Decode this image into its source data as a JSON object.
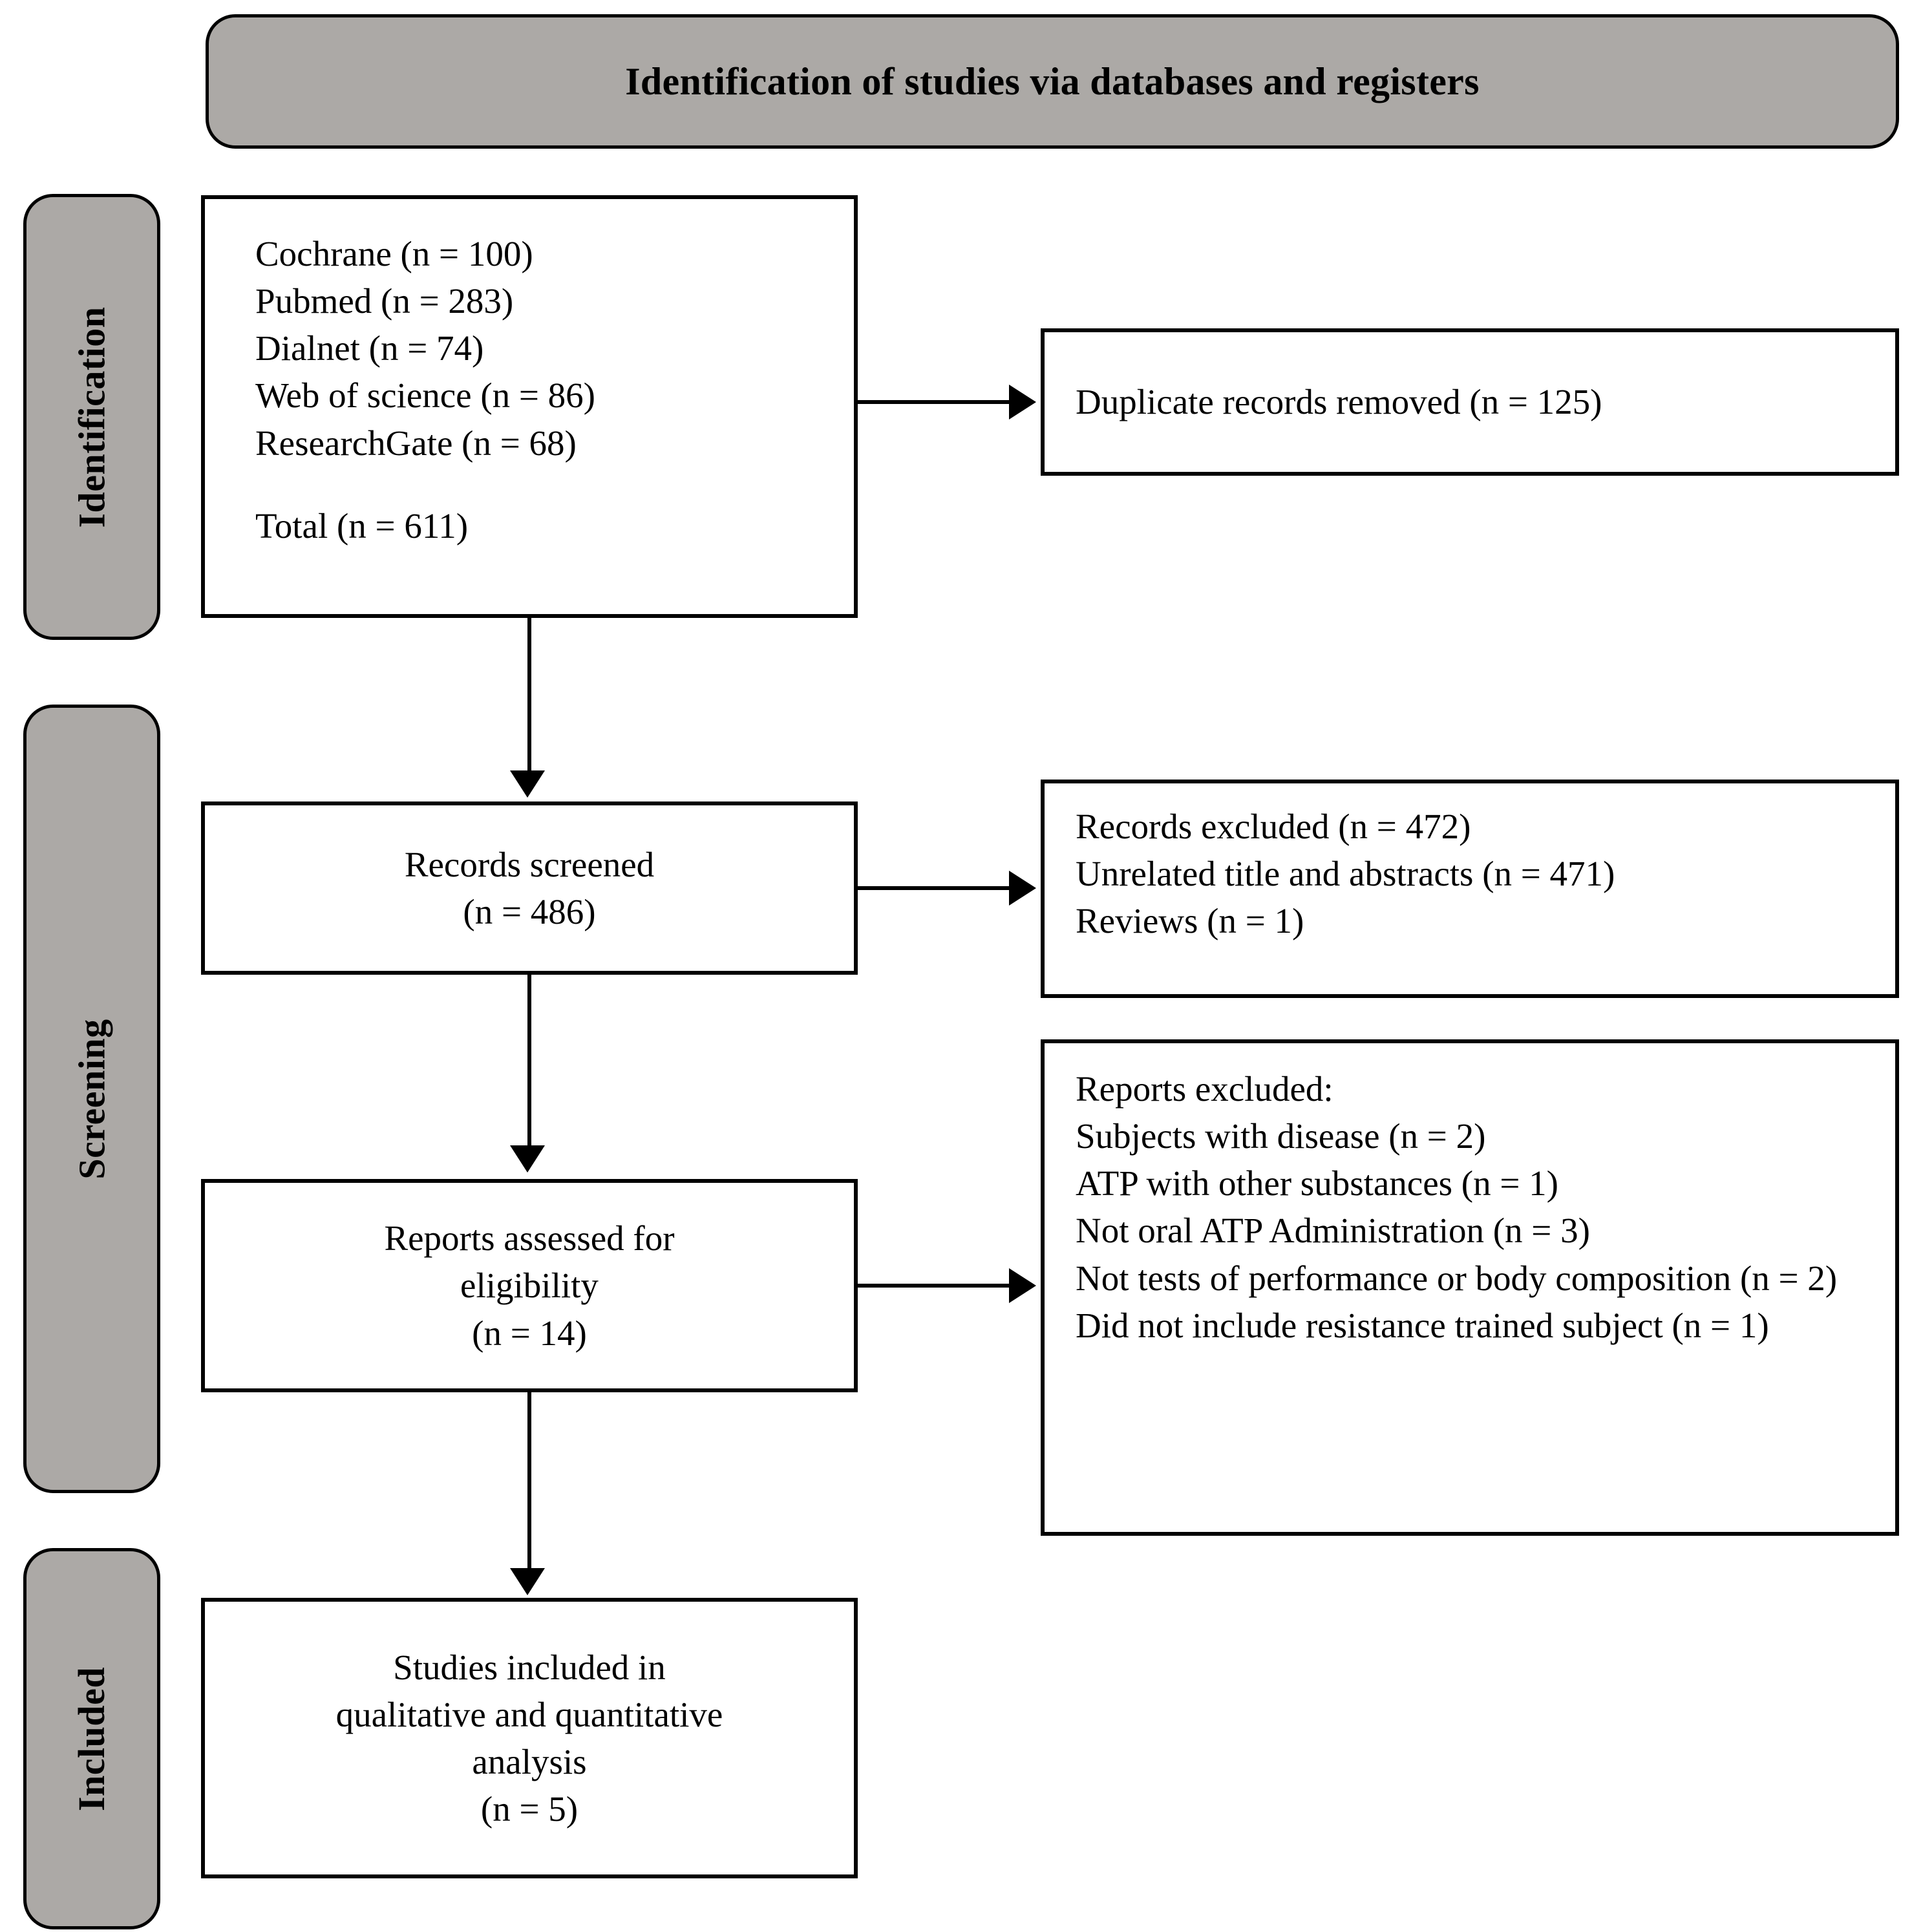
{
  "banner": {
    "title": "Identification of studies via databases and registers"
  },
  "stages": [
    {
      "id": "identification",
      "label": "Identification"
    },
    {
      "id": "screening",
      "label": "Screening"
    },
    {
      "id": "included",
      "label": "Included"
    }
  ],
  "colors": {
    "capsule_fill": "#ACA9A6",
    "box_border": "#000000",
    "box_fill": "#FFFFFF",
    "text": "#000000"
  },
  "boxes": {
    "sources": {
      "name": "records-identified-box",
      "lines": [
        "Cochrane (n = 100)",
        "Pubmed (n = 283)",
        "Dialnet (n = 74)",
        "Web of science (n = 86)",
        "ResearchGate (n = 68)",
        "",
        "Total (n = 611)"
      ]
    },
    "duplicates": {
      "name": "duplicate-records-removed-box",
      "lines": [
        "Duplicate records removed (n = 125)"
      ]
    },
    "screened": {
      "name": "records-screened-box",
      "lines": [
        "Records screened",
        "(n = 486)"
      ]
    },
    "records_excluded": {
      "name": "records-excluded-box",
      "lines": [
        "Records excluded (n = 472)",
        "Unrelated title and abstracts (n = 471)",
        "Reviews (n = 1)"
      ]
    },
    "eligibility": {
      "name": "reports-assessed-for-eligibility-box",
      "lines": [
        "Reports assessed for",
        "eligibility",
        "(n = 14)"
      ]
    },
    "reports_excluded": {
      "name": "reports-excluded-box",
      "lines": [
        "Reports excluded:",
        "Subjects with disease (n = 2)",
        "ATP with other substances (n = 1)",
        "Not oral ATP Administration (n = 3)",
        "Not tests of performance or body composition (n = 2)",
        "Did not include resistance trained subject (n = 1)"
      ]
    },
    "included": {
      "name": "studies-included-box",
      "lines": [
        "Studies included in",
        "qualitative and quantitative",
        "analysis",
        "(n = 5)"
      ]
    }
  },
  "counts": {
    "cochrane": 100,
    "pubmed": 283,
    "dialnet": 74,
    "web_of_science": 86,
    "researchgate": 68,
    "total_identified": 611,
    "duplicates_removed": 125,
    "records_screened": 486,
    "records_excluded": 472,
    "unrelated_title_abstracts": 471,
    "reviews_excluded": 1,
    "reports_assessed": 14,
    "excluded_subjects_with_disease": 2,
    "excluded_atp_other_substances": 1,
    "excluded_not_oral_atp": 3,
    "excluded_not_performance_tests": 2,
    "excluded_no_resistance_trained": 1,
    "studies_included": 5
  }
}
